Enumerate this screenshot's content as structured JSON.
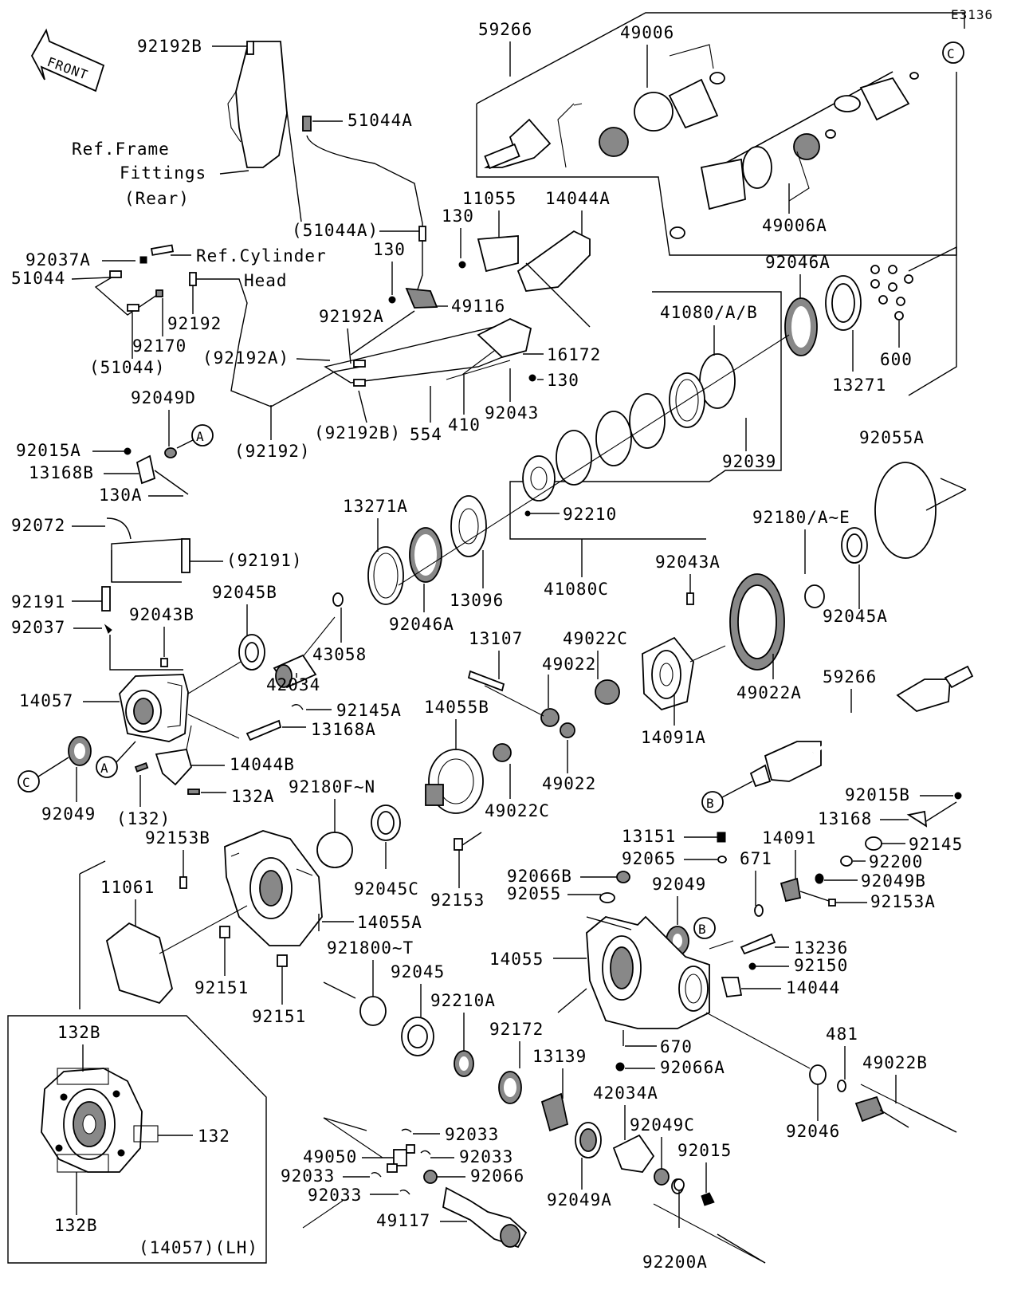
{
  "diagram_id": "E3136",
  "front_arrow": "FRONT",
  "ref_frame": [
    "Ref.Frame",
    "Fittings",
    "(Rear)"
  ],
  "ref_cylinder": [
    "Ref.Cylinder",
    "Head"
  ],
  "inset_caption": "(14057)(LH)",
  "callouts": {
    "a": "A",
    "b": "B",
    "c": "C"
  },
  "labels": {
    "l59266a": "59266",
    "l49006": "49006",
    "l49006A": "49006A",
    "l92192B": "92192B",
    "l51044A": "51044A",
    "l51044Ap": "(51044A)",
    "l11055": "11055",
    "l14044A": "14044A",
    "l130a": "130",
    "l130b": "130",
    "l130c": "130",
    "l92037A": "92037A",
    "l51044": "51044",
    "l92192": "92192",
    "l92170": "92170",
    "l51044p": "(51044)",
    "l49116": "49116",
    "l92192A": "92192A",
    "l92192Ap": "(92192A)",
    "l16172": "16172",
    "l92192Bp": "(92192B)",
    "l92192p": "(92192)",
    "l554": "554",
    "l410": "410",
    "l92043": "92043",
    "l92046A": "92046A",
    "l41080AB": "41080/A/B",
    "l13271": "13271",
    "l600": "600",
    "l92049D": "92049D",
    "l92015A": "92015A",
    "l13168B": "13168B",
    "l130A": "130A",
    "l92039": "92039",
    "l92055A": "92055A",
    "l92210": "92210",
    "l92072": "92072",
    "l13271A": "13271A",
    "l92191p": "(92191)",
    "l92180AE": "92180/A~E",
    "l92043A": "92043A",
    "l92191": "92191",
    "l92045B": "92045B",
    "l13096": "13096",
    "l41080C": "41080C",
    "l92045A": "92045A",
    "l92037": "92037",
    "l92043B": "92043B",
    "l92046A2": "92046A",
    "l13107": "13107",
    "l49022C": "49022C",
    "l43058": "43058",
    "l49022": "49022",
    "l42034": "42034",
    "l14091A": "14091A",
    "l49022A": "49022A",
    "l59266b": "59266",
    "l14057": "14057",
    "l92145A": "92145A",
    "l14055B": "14055B",
    "l13168A": "13168A",
    "l14044B": "14044B",
    "l49022b": "49022",
    "l92049": "92049",
    "l132p": "(132)",
    "l132A": "132A",
    "l92180FN": "92180F~N",
    "l49022C2": "49022C",
    "l92015B": "92015B",
    "l13168": "13168",
    "l13151": "13151",
    "l14091": "14091",
    "l92145": "92145",
    "l92065": "92065",
    "l671": "671",
    "l92200": "92200",
    "l92153B": "92153B",
    "l92066B": "92066B",
    "l92049b2": "92049",
    "l92049B": "92049B",
    "l11061": "11061",
    "l92045C": "92045C",
    "l92153": "92153",
    "l92055": "92055",
    "l92153A": "92153A",
    "l14055A": "14055A",
    "l13236": "13236",
    "l921800T": "921800~T",
    "l14055": "14055",
    "l92150": "92150",
    "l92151a": "92151",
    "l92045": "92045",
    "l14044": "14044",
    "l92151b": "92151",
    "l92210A": "92210A",
    "l92172": "92172",
    "l670": "670",
    "l132B1": "132B",
    "l13139": "13139",
    "l481": "481",
    "l92066A": "92066A",
    "l49022B": "49022B",
    "l132": "132",
    "l42034A": "42034A",
    "l92033a": "92033",
    "l92049C": "92049C",
    "l49050": "49050",
    "l92033b": "92033",
    "l92015": "92015",
    "l92046": "92046",
    "l92033c": "92033",
    "l92066": "92066",
    "l92033d": "92033",
    "l92049A": "92049A",
    "l49117": "49117",
    "l132B2": "132B",
    "l92200A": "92200A"
  }
}
